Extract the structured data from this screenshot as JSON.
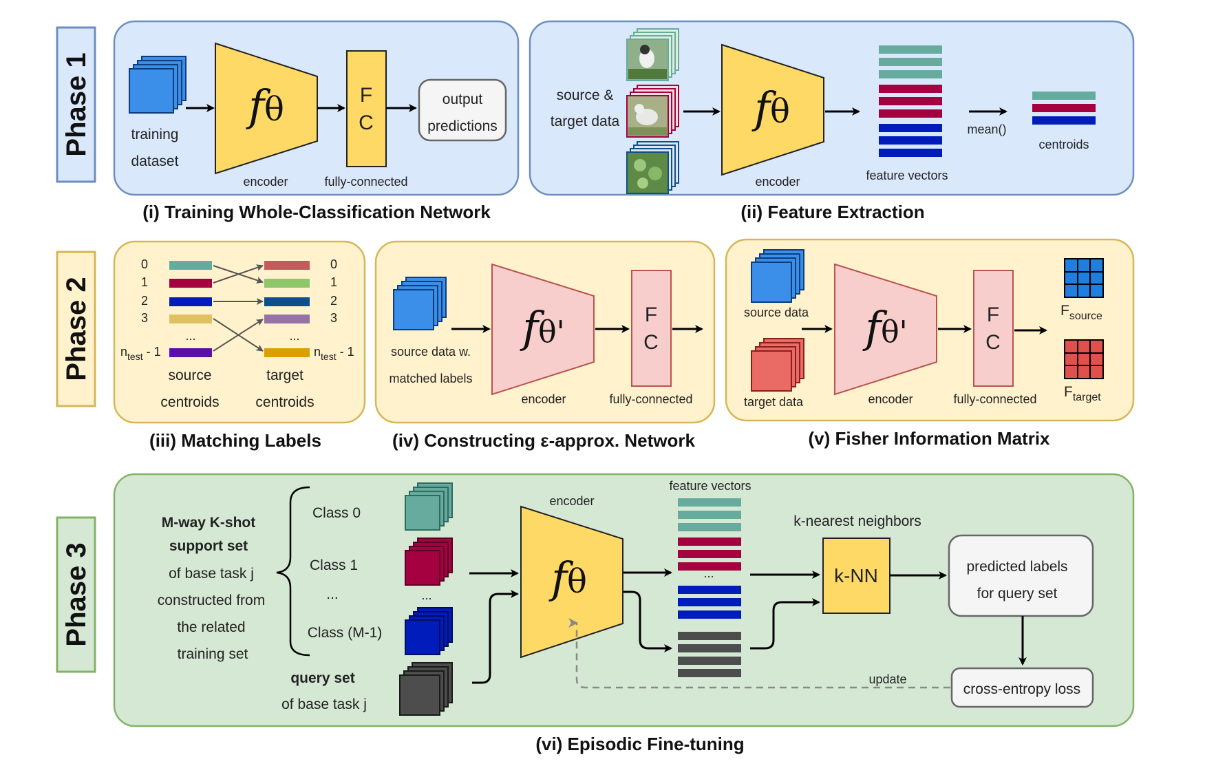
{
  "phases": {
    "p1": "Phase 1",
    "p2": "Phase 2",
    "p3": "Phase 3"
  },
  "captions": {
    "i": "(i) Training Whole-Classification Network",
    "ii": "(ii) Feature Extraction",
    "iii": "(iii) Matching Labels",
    "iv": "(iv) Constructing ε-approx. Network",
    "v": "(v) Fisher Information Matrix",
    "vi": "(vi) Episodic Fine-tuning"
  },
  "panel_i": {
    "dataset_l1": "training",
    "dataset_l2": "dataset",
    "encoder": "encoder",
    "fc_l1": "F",
    "fc_l2": "C",
    "fc_label": "fully-connected",
    "output_l1": "output",
    "output_l2": "predictions"
  },
  "panel_ii": {
    "data_l1": "source &",
    "data_l2": "target data",
    "encoder": "encoder",
    "features": "feature vectors",
    "mean": "mean()",
    "centroids": "centroids"
  },
  "panel_iii": {
    "idx": [
      "0",
      "1",
      "2",
      "3",
      "...",
      "n",
      "test",
      " - 1"
    ],
    "source_l1": "source",
    "source_l2": "centroids",
    "target_l1": "target",
    "target_l2": "centroids"
  },
  "panel_iv": {
    "data_l1": "source data w.",
    "data_l2": "matched labels",
    "encoder": "encoder",
    "fc_l1": "F",
    "fc_l2": "C",
    "fc_label": "fully-connected"
  },
  "panel_v": {
    "source": "source data",
    "target": "target data",
    "encoder": "encoder",
    "fc_l1": "F",
    "fc_l2": "C",
    "fc_label": "fully-connected",
    "f_main": "F",
    "f_source_sub": "source",
    "f_target_sub": "target"
  },
  "panel_vi": {
    "support_l1": "M-way K-shot",
    "support_l2": "support set",
    "support_l3": "of base task j",
    "support_l4": "constructed from",
    "support_l5": "the related",
    "support_l6": "training set",
    "query_l1": "query set",
    "query_l2": "of base task j",
    "class0": "Class 0",
    "class1": "Class 1",
    "class_dots": "...",
    "classM": "Class (M-1)",
    "stack_dots": "...",
    "encoder": "encoder",
    "features": "feature vectors",
    "feat_dots": "...",
    "knn_title": "k-nearest neighbors",
    "knn": "k-NN",
    "pred_l1": "predicted labels",
    "pred_l2": "for query set",
    "loss": "cross-entropy loss",
    "update": "update"
  },
  "symbols": {
    "f": "f",
    "theta": "θ",
    "theta_prime": "θ'"
  },
  "colors": {
    "blue_panel": "#dae8fc",
    "blue_border": "#6c8ebf",
    "yellow_panel": "#fff2cc",
    "yellow_border": "#d6b656",
    "green_panel": "#d5e8d4",
    "green_border": "#82b366",
    "encoder_yellow": "#ffd966",
    "encoder_pink": "#f8cecc",
    "teal": "#67ab9f",
    "magenta": "#a50040",
    "navy": "#001dbc",
    "gray": "#4d4d4d"
  }
}
